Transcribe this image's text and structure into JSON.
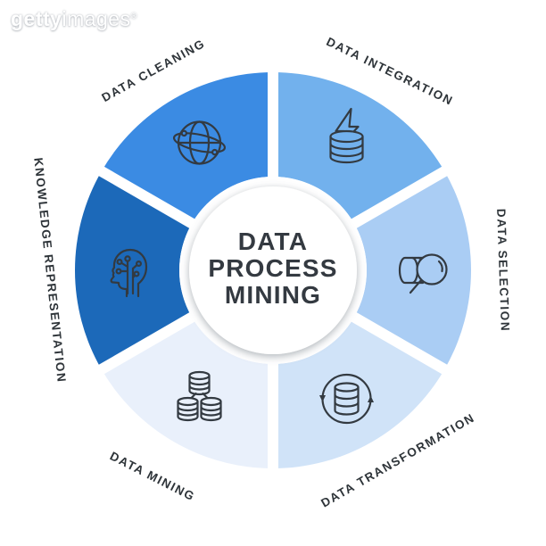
{
  "watermark": {
    "brand_bold": "getty",
    "brand_light": "images",
    "registered_mark": "®"
  },
  "center_title": {
    "line1": "DATA",
    "line2": "PROCESS",
    "line3": "MINING",
    "text_color": "#343a41"
  },
  "wheel": {
    "divider_color": "#ffffff",
    "icon_stroke": "#333a41",
    "label_color": "#2e3439",
    "segments": [
      {
        "id": "data-integration",
        "label": "DATA INTEGRATION",
        "start_angle": 0,
        "end_angle": 60,
        "color": "#72b1ed",
        "icon": "database-lightning-icon"
      },
      {
        "id": "data-selection",
        "label": "DATA SELECTION",
        "start_angle": 60,
        "end_angle": 120,
        "color": "#aacdf4",
        "icon": "database-magnifier-icon"
      },
      {
        "id": "data-transformation",
        "label": "DATA TRANSFORMATION",
        "start_angle": 120,
        "end_angle": 180,
        "color": "#d0e3f8",
        "icon": "database-refresh-icon"
      },
      {
        "id": "data-mining",
        "label": "DATA MINING",
        "start_angle": 180,
        "end_angle": 240,
        "color": "#e9f0fb",
        "icon": "database-cluster-icon"
      },
      {
        "id": "knowledge-representation",
        "label": "KNOWLEDGE REPRESENTATION",
        "start_angle": 240,
        "end_angle": 300,
        "color": "#1c69b9",
        "icon": "head-circuit-icon"
      },
      {
        "id": "data-cleaning",
        "label": "DATA CLEANING",
        "start_angle": 300,
        "end_angle": 360,
        "color": "#3b8be3",
        "icon": "globe-icon"
      }
    ]
  }
}
